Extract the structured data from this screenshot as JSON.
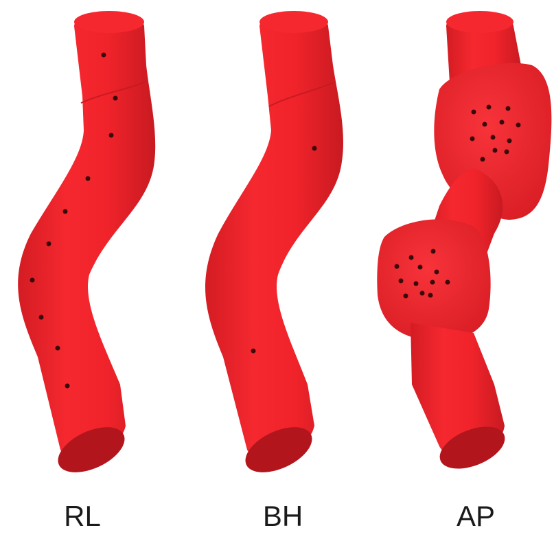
{
  "colors": {
    "vessel": "#f0232a",
    "vessel_shade": "#c81a21",
    "vessel_highlight": "#ff5a5e",
    "end_cap": "#b2161c",
    "perforation": "#3a0a0a",
    "label": "#1a1a1a"
  },
  "panels": [
    {
      "id": "rl",
      "label": "RL",
      "perforation_count": 10
    },
    {
      "id": "bh",
      "label": "BH",
      "perforation_count": 2
    },
    {
      "id": "ap",
      "label": "AP",
      "perforation_count": 24
    }
  ]
}
